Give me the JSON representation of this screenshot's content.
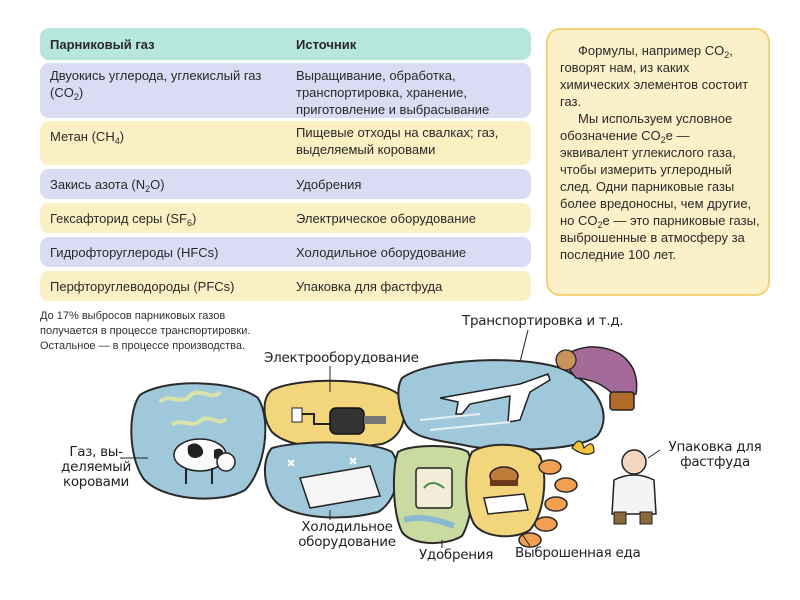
{
  "table": {
    "header": {
      "gas": "Парниковый газ",
      "source": "Источник"
    },
    "rows": [
      {
        "gas": "Двуокись углерода, углекислый газ",
        "formula": "(CO",
        "sub": "2",
        "formula_end": ")",
        "source": "Выращивание, обработка, транспортировка, хранение, приготовление и выбрасывание продуктов"
      },
      {
        "gas": "Метан (CH",
        "sub": "4",
        "gas_end": ")",
        "source": "Пищевые отходы на свалках; газ, выделяемый коровами"
      },
      {
        "gas": "Закись азота (N",
        "sub": "2",
        "gas_end": "O)",
        "source": "Удобрения"
      },
      {
        "gas": "Гексафторид серы (SF",
        "sub": "6",
        "gas_end": ")",
        "source": "Электрическое оборудование"
      },
      {
        "gas": "Гидрофторуглероды (HFCs)",
        "source": "Холодильное оборудование"
      },
      {
        "gas": "Перфторуглеводороды (PFCs)",
        "source": "Упаковка для фастфуда"
      }
    ]
  },
  "note": {
    "p1_a": "Формулы, например",
    "p1_b": "CO",
    "p1_sub": "2",
    "p1_c": ", говорят нам, из каких химических элементов состоит газ.",
    "p2_a": "Мы используем условное обозначение CO",
    "p2_sub": "2",
    "p2_b": "e — эквивалент углекислого газа, чтобы измерить углеродный след. Одни парниковые газы более вредоносны, чем другие, но CO",
    "p2_sub2": "2",
    "p2_c": "e — это парниковые газы, выброшенные в атмосферу за последние 100 лет."
  },
  "caption": "До 17% выбросов парниковых газов получается в процессе транспортировки. Остальное — в процессе производства.",
  "labels": {
    "transport": "Транспортировка и т.д.",
    "electro": "Электрооборудование",
    "cows_1": "Газ, вы-",
    "cows_2": "деляемый",
    "cows_3": "коровами",
    "fridge_1": "Холодильное",
    "fridge_2": "оборудование",
    "fert": "Удобрения",
    "food": "Выброшенная еда",
    "pack_1": "Упаковка для",
    "pack_2": "фастфуда"
  },
  "colors": {
    "header": "#b7e6dc",
    "blue_row": "#dadcf3",
    "yellow_row": "#fbefc4",
    "note_bg": "#fcf0c8",
    "note_border": "#f2d27c",
    "blob_blue": "#9fc9da",
    "blob_yellow": "#f3d57c",
    "orange_dots": "#f0a050"
  }
}
